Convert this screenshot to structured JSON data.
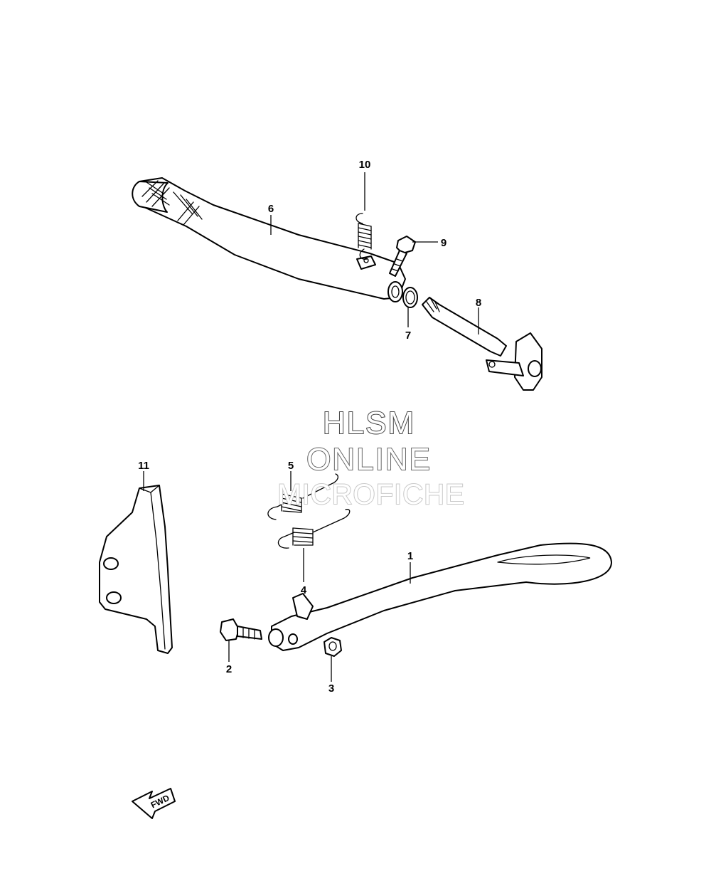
{
  "callouts": [
    {
      "id": "1",
      "label": "1"
    },
    {
      "id": "2",
      "label": "2"
    },
    {
      "id": "3",
      "label": "3"
    },
    {
      "id": "4",
      "label": "4"
    },
    {
      "id": "5",
      "label": "5"
    },
    {
      "id": "6",
      "label": "6"
    },
    {
      "id": "7",
      "label": "7"
    },
    {
      "id": "8",
      "label": "8"
    },
    {
      "id": "9",
      "label": "9"
    },
    {
      "id": "10",
      "label": "10"
    },
    {
      "id": "11",
      "label": "11"
    }
  ],
  "watermark": {
    "line1": "HLSM",
    "line2": "ONLINE",
    "line3": "MICROFICHE"
  },
  "fwd_arrow": {
    "label": "FWD"
  },
  "colors": {
    "line": "#000000",
    "background": "#ffffff",
    "watermark_outline": "#666666"
  }
}
